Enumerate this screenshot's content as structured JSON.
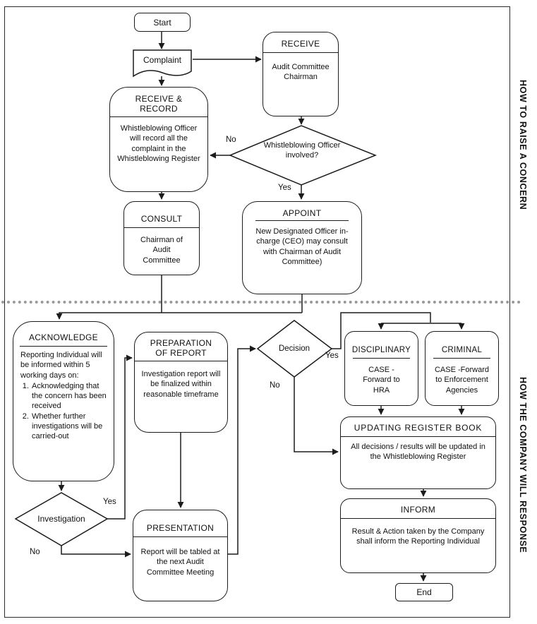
{
  "side_labels": {
    "raise_concern": "HOW TO RAISE A CONCERN",
    "company_response": "HOW THE COMPANY WILL RESPONSE"
  },
  "nodes": {
    "start": {
      "label": "Start"
    },
    "complaint": {
      "label": "Complaint"
    },
    "receive": {
      "title": "RECEIVE",
      "body": "Audit Committee Chairman"
    },
    "receive_record": {
      "title": "RECEIVE & RECORD",
      "body": "Whistleblowing Officer will record all the complaint in the Whistleblowing Register"
    },
    "consult": {
      "title": "CONSULT",
      "body": "Chairman of Audit Committee"
    },
    "appoint": {
      "title": "APPOINT",
      "body": "New Designated Officer in-charge (CEO) may consult with Chairman of Audit Committee)"
    },
    "acknowledge": {
      "title": "ACKNOWLEDGE",
      "intro": "Reporting Individual will be informed within 5 working days on:",
      "list": [
        "Acknowledging that the concern has been received",
        "Whether further investigations will be carried-out"
      ]
    },
    "preparation": {
      "title": "PREPARATION OF REPORT",
      "body": "Investigation report will be finalized within reasonable timeframe"
    },
    "presentation": {
      "title": "PRESENTATION",
      "body": "Report will be tabled at the next Audit Committee Meeting"
    },
    "disciplinary": {
      "title": "DISCIPLINARY",
      "body": "CASE - Forward to HRA"
    },
    "criminal": {
      "title": "CRIMINAL",
      "body": "CASE -Forward to Enforcement Agencies"
    },
    "updating_register": {
      "title": "UPDATING REGISTER BOOK",
      "body": "All decisions / results will be updated in the Whistleblowing Register"
    },
    "inform": {
      "title": "INFORM",
      "body": "Result & Action taken by the Company shall inform the Reporting Individual"
    },
    "end": {
      "label": "End"
    }
  },
  "decisions": {
    "wb_officer": {
      "question": "Whistleblowing Officer involved?",
      "yes": "Yes",
      "no": "No"
    },
    "investigation": {
      "question": "Investigation",
      "yes": "Yes",
      "no": "No"
    },
    "final_decision": {
      "question": "Decision",
      "yes": "Yes",
      "no": "No"
    }
  },
  "colors": {
    "line": "#1c1c1c",
    "divider_dotted": "#9a9a9a",
    "background": "#ffffff"
  }
}
